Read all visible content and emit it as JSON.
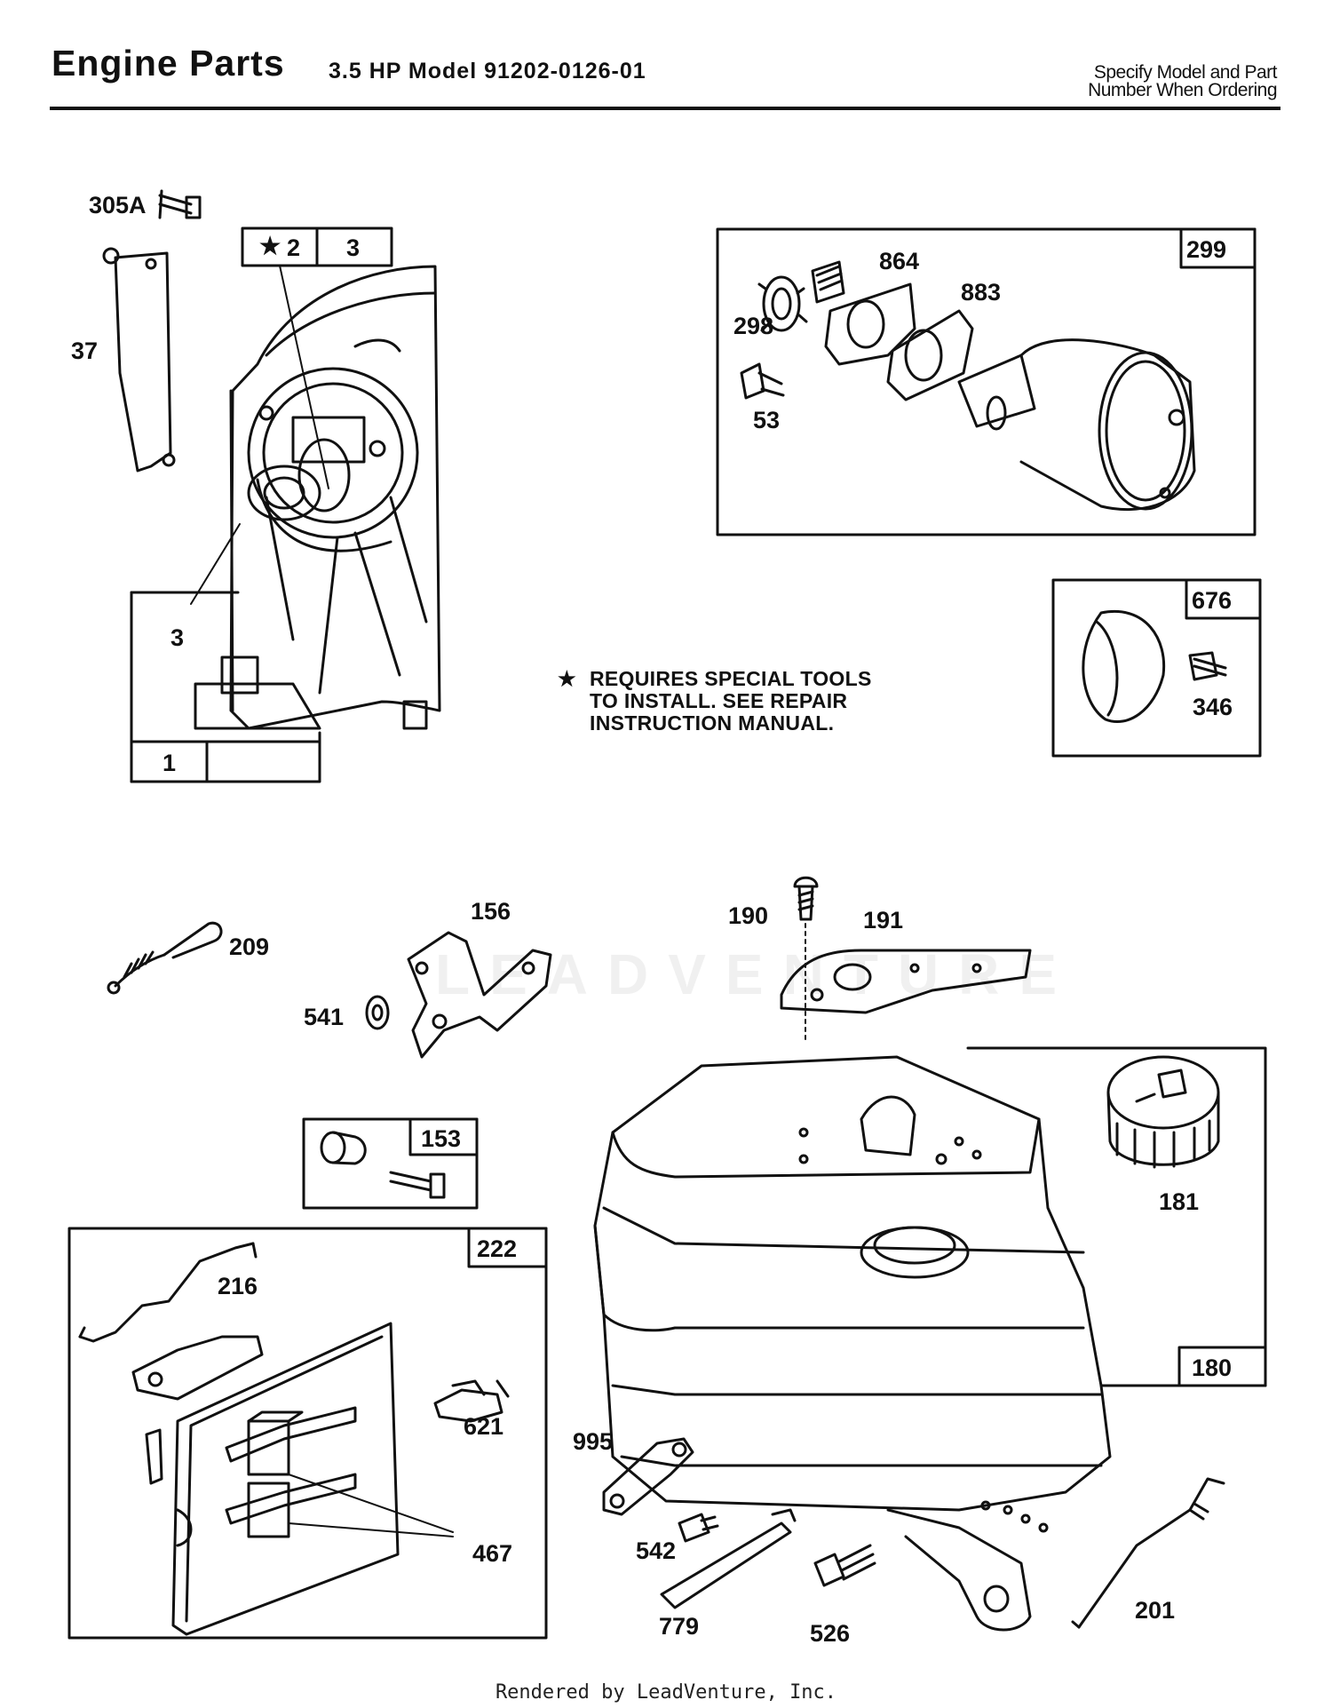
{
  "header": {
    "title": "Engine Parts",
    "model": "3.5 HP Model 91202-0126-01",
    "spec_line1": "Specify Model and Part",
    "spec_line2": "Number When Ordering"
  },
  "note": {
    "star": "★",
    "line1": "REQUIRES SPECIAL TOOLS",
    "line2": "TO INSTALL.  SEE REPAIR",
    "line3": "INSTRUCTION MANUAL."
  },
  "boxes": {
    "kit_1": "1",
    "kit_2": "2",
    "kit_2_star": "★",
    "kit_3": "3",
    "muffler": "299",
    "guard": "676",
    "bolt_kit": "153",
    "carb_kit": "222",
    "tank": "180"
  },
  "labels": {
    "p305a": "305A",
    "p37": "37",
    "p3": "3",
    "p298": "298",
    "p864": "864",
    "p883": "883",
    "p53": "53",
    "p346": "346",
    "p209": "209",
    "p156": "156",
    "p541": "541",
    "p190": "190",
    "p191": "191",
    "p181": "181",
    "p216": "216",
    "p621": "621",
    "p467": "467",
    "p995": "995",
    "p542": "542",
    "p779": "779",
    "p526": "526",
    "p201": "201"
  },
  "watermark": "LEADVENTURE",
  "footer": "Rendered by LeadVenture, Inc."
}
